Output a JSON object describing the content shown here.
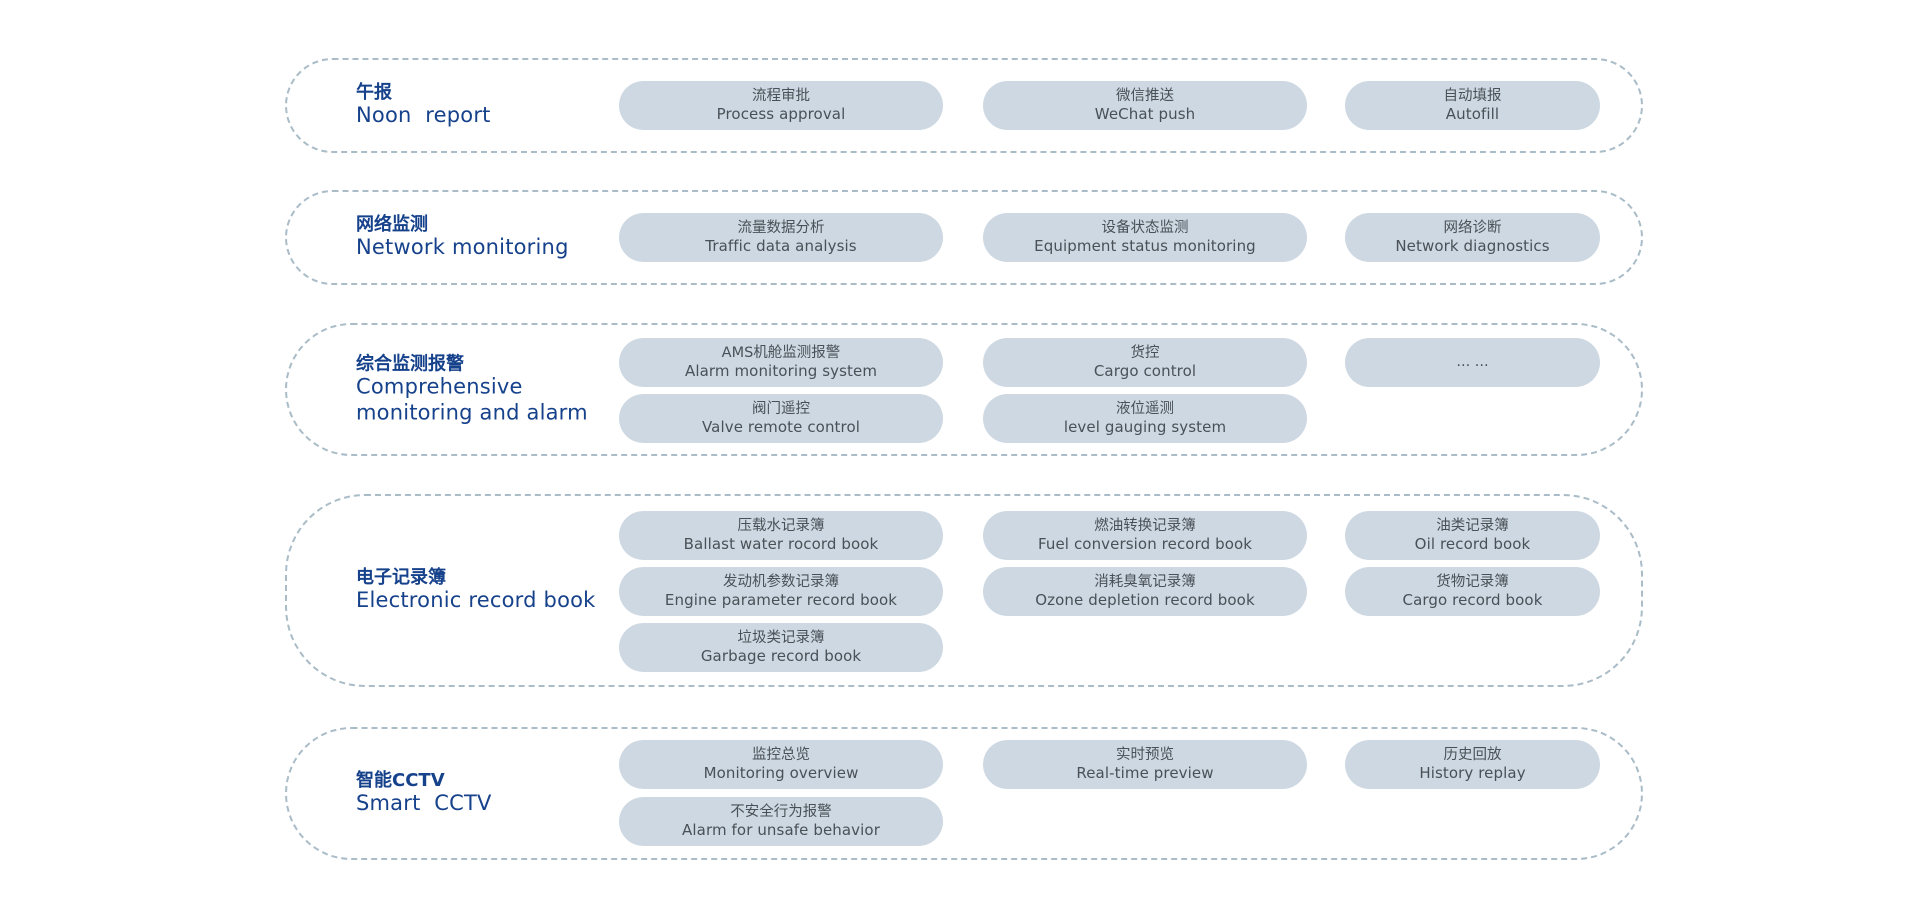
{
  "groups": [
    {
      "id": "noon-report",
      "label_zh": "午报",
      "label_en": "Noon  report",
      "items": [
        {
          "zh": "流程审批",
          "en": "Process approval"
        },
        {
          "zh": "微信推送",
          "en": "WeChat push"
        },
        {
          "zh": "自动填报",
          "en": "Autofill"
        }
      ]
    },
    {
      "id": "network-monitoring",
      "label_zh": "网络监测",
      "label_en": "Network monitoring",
      "items": [
        {
          "zh": "流量数据分析",
          "en": "Traffic data analysis"
        },
        {
          "zh": "设备状态监测",
          "en": "Equipment status monitoring"
        },
        {
          "zh": "网络诊断",
          "en": "Network diagnostics"
        }
      ]
    },
    {
      "id": "comprehensive-monitoring",
      "label_zh": "综合监测报警",
      "label_en_line1": "Comprehensive",
      "label_en_line2": "monitoring and alarm",
      "items": [
        {
          "zh": "AMS机舱监测报警",
          "en": "Alarm monitoring system"
        },
        {
          "zh": "货控",
          "en": "Cargo control"
        },
        {
          "zh": "... ..."
        },
        {
          "zh": "阀门遥控",
          "en": "Valve remote control"
        },
        {
          "zh": "液位遥测",
          "en": "level gauging system"
        }
      ]
    },
    {
      "id": "electronic-record-book",
      "label_zh": "电子记录簿",
      "label_en": "Electronic record book",
      "items": [
        {
          "zh": "压载水记录簿",
          "en": "Ballast water rocord book"
        },
        {
          "zh": "燃油转换记录簿",
          "en": "Fuel conversion record book"
        },
        {
          "zh": "油类记录簿",
          "en": "Oil record book"
        },
        {
          "zh": "发动机参数记录簿",
          "en": "Engine parameter record book"
        },
        {
          "zh": "消耗臭氧记录簿",
          "en": "Ozone depletion record book"
        },
        {
          "zh": "货物记录簿",
          "en": "Cargo record book"
        },
        {
          "zh": "垃圾类记录簿",
          "en": "Garbage record book"
        }
      ]
    },
    {
      "id": "smart-cctv",
      "label_zh": "智能CCTV",
      "label_en": "Smart  CCTV",
      "items": [
        {
          "zh": "监控总览",
          "en": "Monitoring overview"
        },
        {
          "zh": "实时预览",
          "en": "Real-time preview"
        },
        {
          "zh": "历史回放",
          "en": "History replay"
        },
        {
          "zh": "不安全行为报警",
          "en": "Alarm for unsafe behavior"
        }
      ]
    }
  ],
  "colors": {
    "label": "#16418b",
    "pill_bg": "#cdd8e2",
    "pill_text": "#4a5057",
    "dashed_border": "#a9bcc7"
  }
}
